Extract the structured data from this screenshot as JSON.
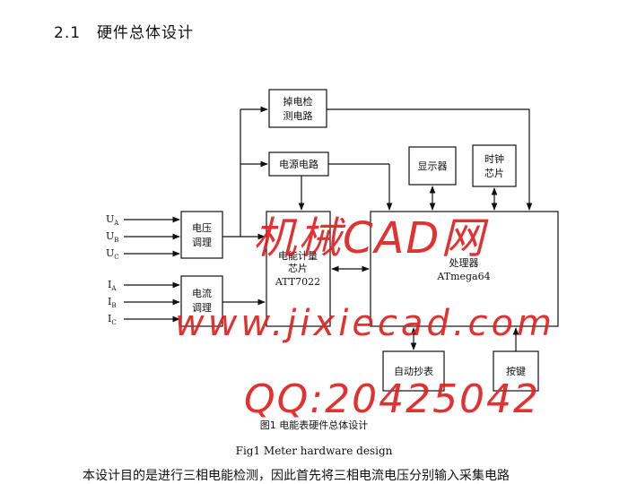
{
  "heading": {
    "number": "2.1",
    "title": "硬件总体设计"
  },
  "blocks": {
    "power_fail": [
      "掉电检",
      "测电路"
    ],
    "power_supply": "电源电路",
    "display": "显示器",
    "clock": [
      "时钟",
      "芯片"
    ],
    "voltage": [
      "电压",
      "调理"
    ],
    "current": [
      "电流",
      "调理"
    ],
    "meter_chip": [
      "电能计量",
      "芯片",
      "ATT7022"
    ],
    "processor": [
      "处理器",
      "ATmega64"
    ],
    "auto_read": "自动抄表",
    "keys": "按键"
  },
  "inputs": {
    "voltage": [
      {
        "base": "U",
        "sub": "A"
      },
      {
        "base": "U",
        "sub": "B"
      },
      {
        "base": "U",
        "sub": "C"
      }
    ],
    "current": [
      {
        "base": "I",
        "sub": "A"
      },
      {
        "base": "I",
        "sub": "B"
      },
      {
        "base": "I",
        "sub": "C"
      }
    ]
  },
  "caption": {
    "cn": "图1  电能表硬件总体设计",
    "en": "Fig1 Meter hardware design"
  },
  "body_text": "本设计目的是进行三相电能检测，因此首先将三相电流电压分别输入采集电路",
  "watermark": [
    "机械CAD网",
    "www.jixiecad.com",
    "QQ:20425042"
  ]
}
